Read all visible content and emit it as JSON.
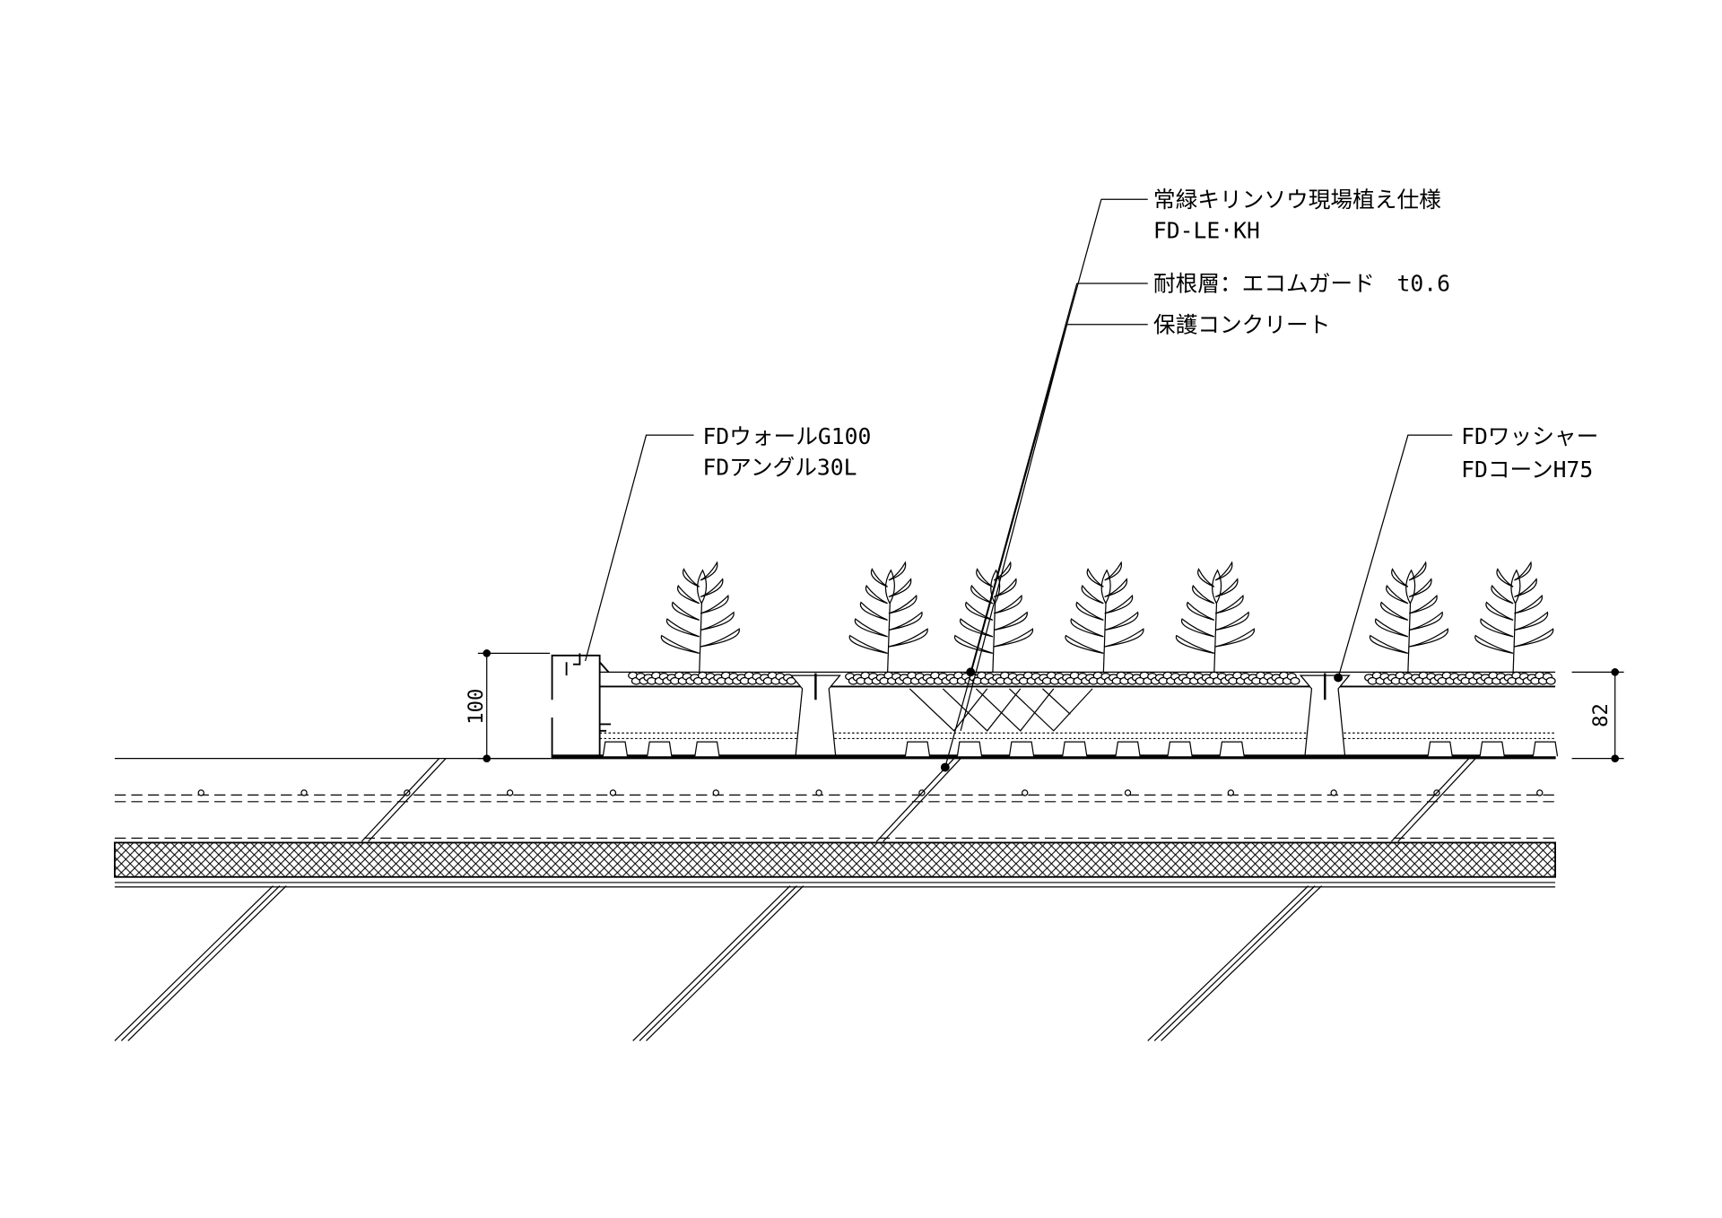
{
  "labels": {
    "plant_spec": "常緑キリンソウ現場植え仕様",
    "plant_code": "FD-LE·KH",
    "root_barrier": "耐根層：エコムガード　t0.6",
    "protect_concrete": "保護コンクリート",
    "wall": "FDウォールG100",
    "angle": "FDアングル30L",
    "washer": "FDワッシャー",
    "cone": "FDコーンH75"
  },
  "dimensions": {
    "wall_height": "100",
    "layer_height": "82"
  },
  "colors": {
    "line": "#000000",
    "background": "#ffffff"
  }
}
